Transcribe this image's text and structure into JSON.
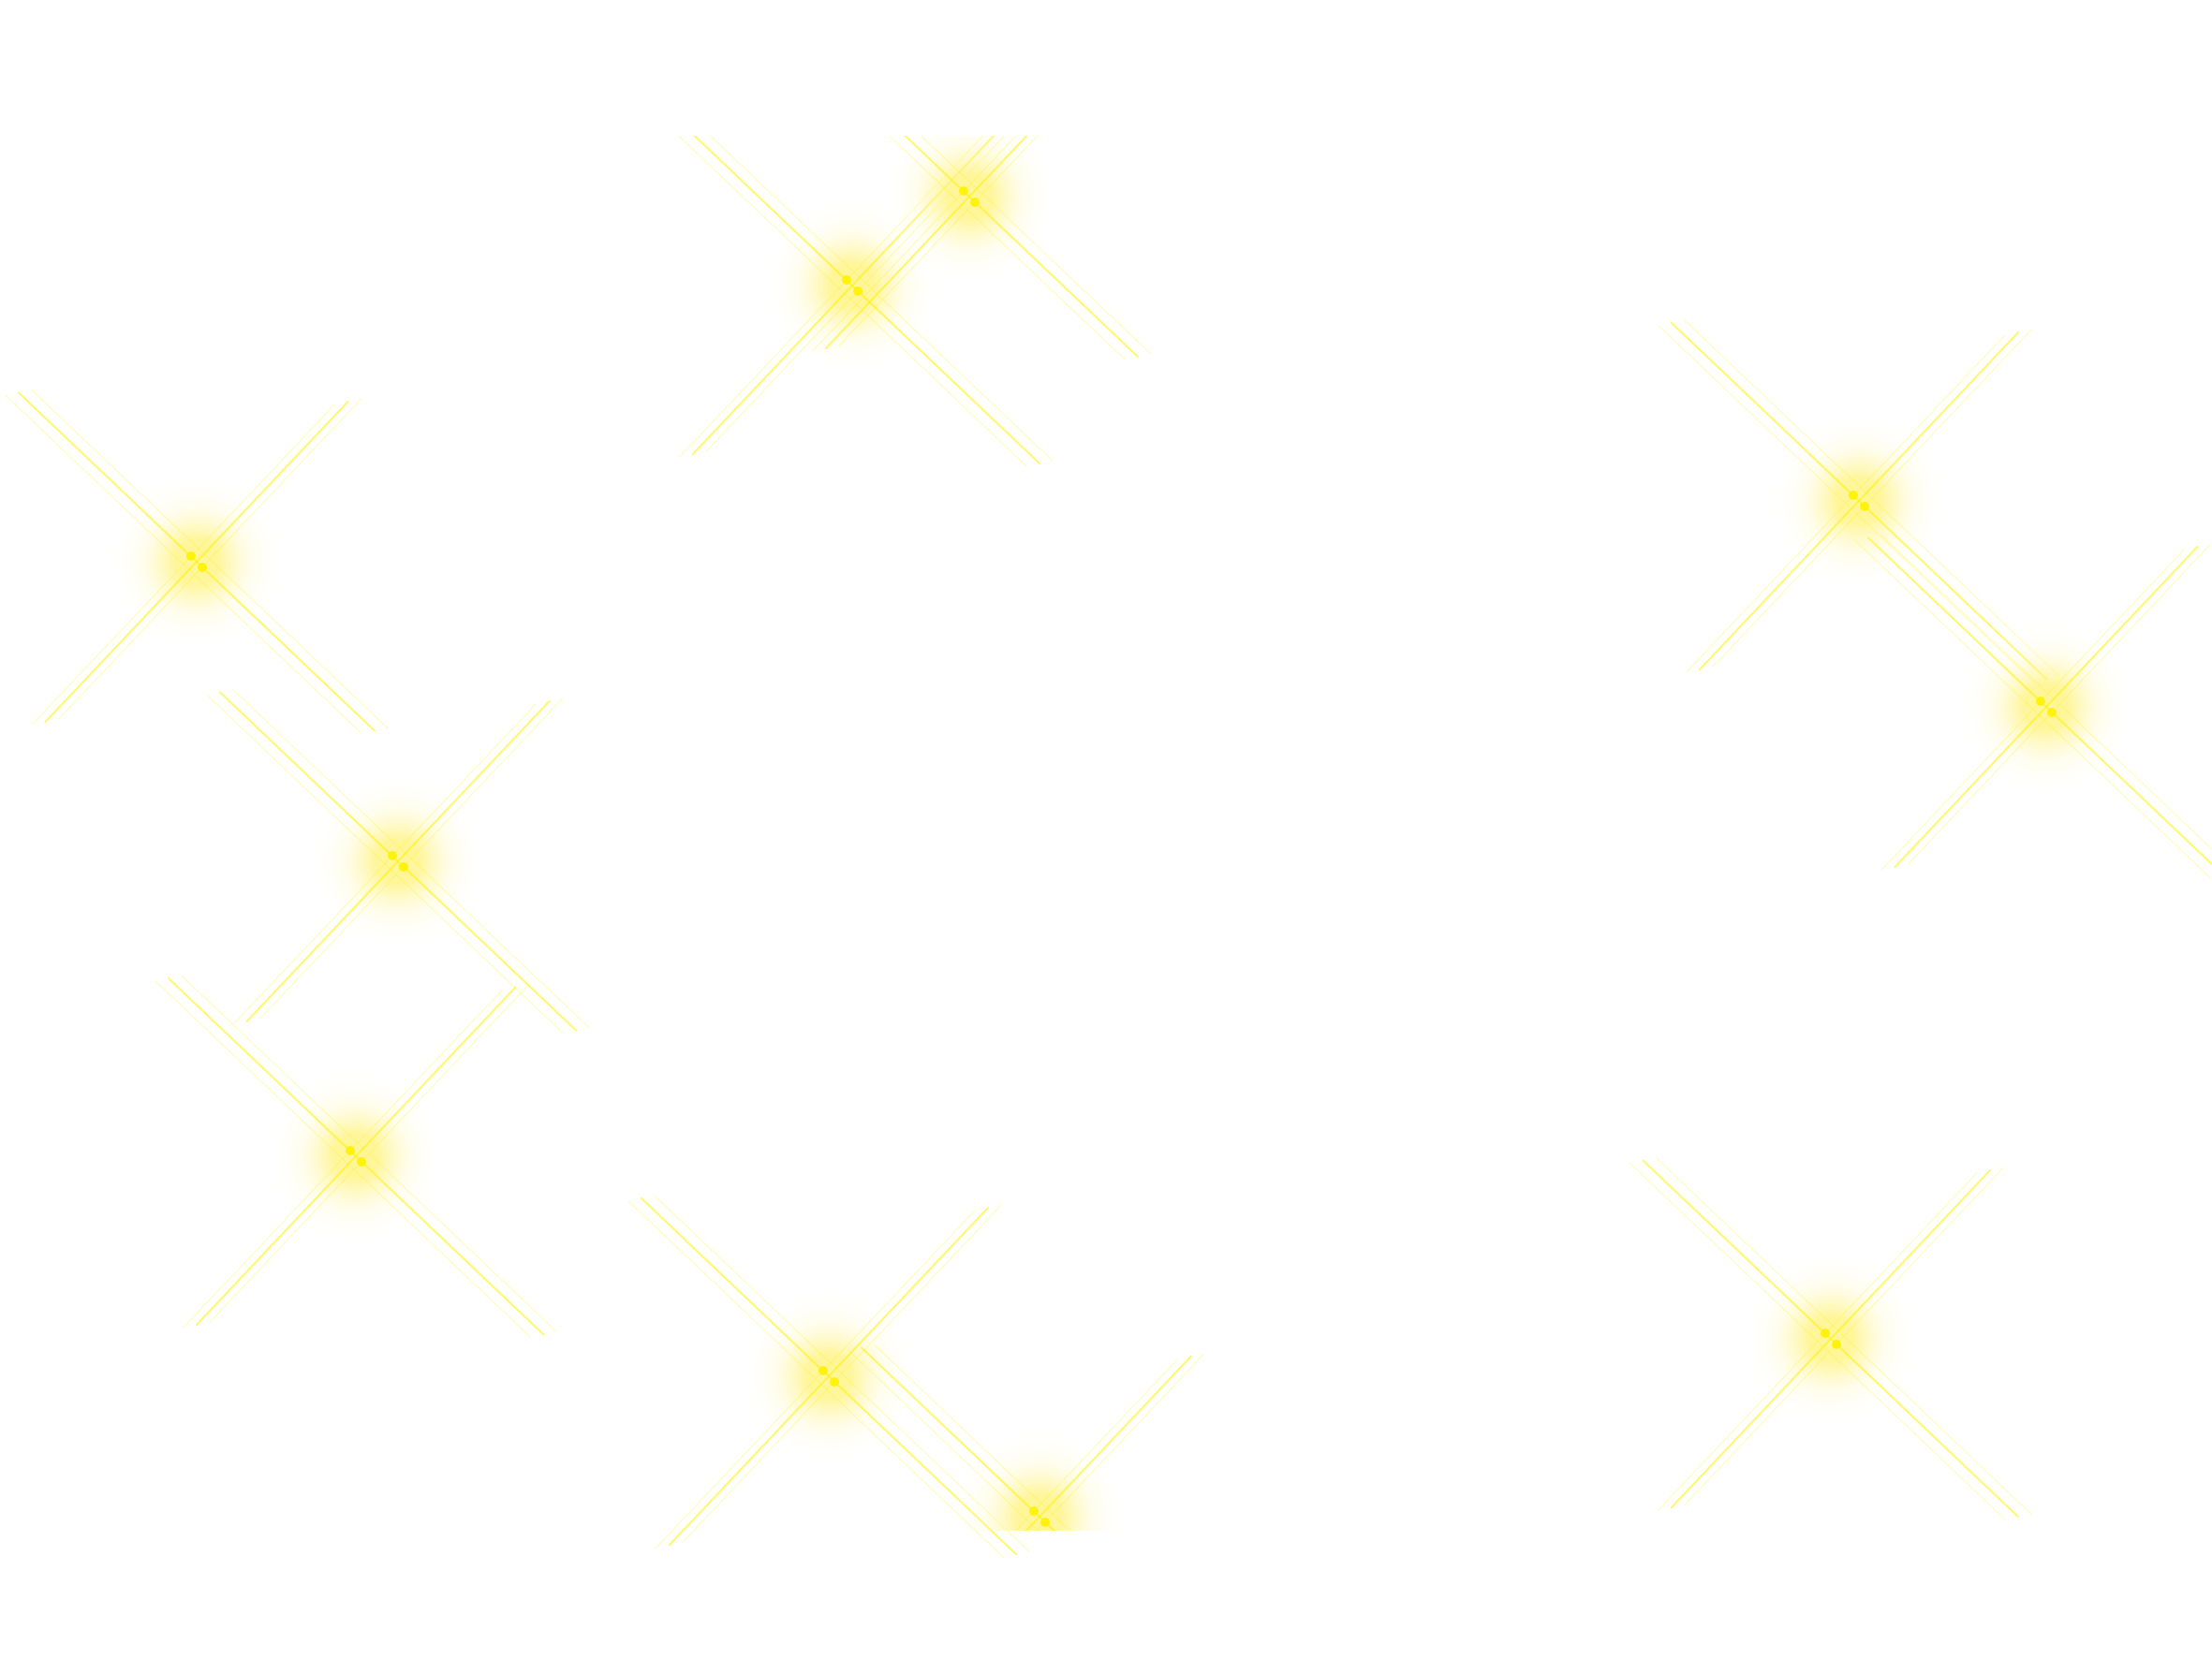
{
  "scene": {
    "background": "#ffffff",
    "sparkle_color": "#fff200",
    "glow_color": "#ffef5a",
    "sparkles": [
      {
        "id": "sparkle-1",
        "name": "sparkle-top-center-left",
        "icon": "sparkle-icon"
      },
      {
        "id": "sparkle-2",
        "name": "sparkle-top-center-right",
        "icon": "sparkle-icon"
      },
      {
        "id": "sparkle-3",
        "name": "sparkle-left-upper",
        "icon": "sparkle-icon"
      },
      {
        "id": "sparkle-4",
        "name": "sparkle-left-middle",
        "icon": "sparkle-icon"
      },
      {
        "id": "sparkle-5",
        "name": "sparkle-left-lower",
        "icon": "sparkle-icon"
      },
      {
        "id": "sparkle-6",
        "name": "sparkle-bottom-center-left",
        "icon": "sparkle-icon"
      },
      {
        "id": "sparkle-7",
        "name": "sparkle-bottom-center-right",
        "icon": "sparkle-icon"
      },
      {
        "id": "sparkle-8",
        "name": "sparkle-right-upper",
        "icon": "sparkle-icon"
      },
      {
        "id": "sparkle-9",
        "name": "sparkle-right-middle",
        "icon": "sparkle-icon"
      },
      {
        "id": "sparkle-10",
        "name": "sparkle-right-lower",
        "icon": "sparkle-icon"
      }
    ]
  }
}
